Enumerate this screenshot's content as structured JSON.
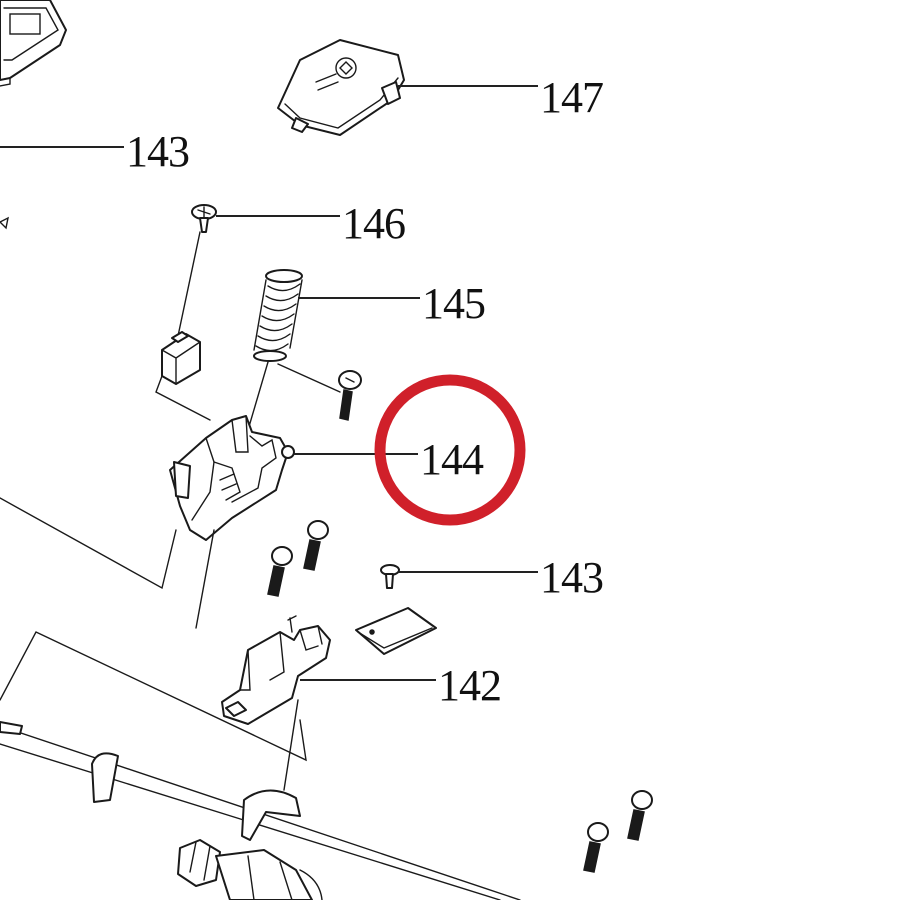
{
  "callouts": {
    "c143_top": "143",
    "c147": "147",
    "c146": "146",
    "c145": "145",
    "c144": "144",
    "c143_mid": "143",
    "c142": "142"
  },
  "highlight": {
    "target": "144",
    "color": "#d0202a"
  }
}
